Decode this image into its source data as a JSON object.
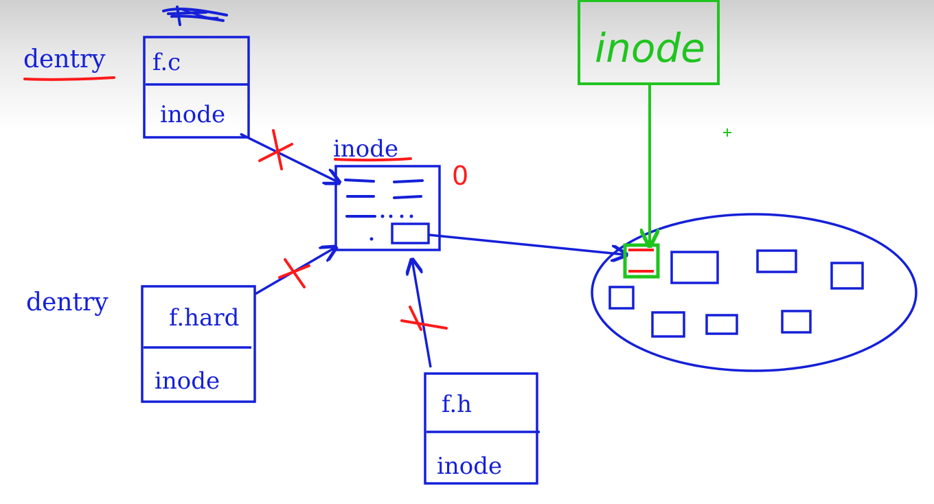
{
  "colors": {
    "ink": "#1520d8",
    "mark": "#ff1a1a",
    "highlight": "#1fc41f"
  },
  "labels": {
    "dentry_top": "dentry",
    "dentry_bottom": "dentry",
    "inode_title": "inode",
    "refcount": "0",
    "inode_green": "inode"
  },
  "file_c": {
    "name": "f.c",
    "field": "inode"
  },
  "file_hard": {
    "name": "f.hard",
    "field": "inode"
  },
  "file_h": {
    "name": "f.h",
    "field": "inode"
  }
}
